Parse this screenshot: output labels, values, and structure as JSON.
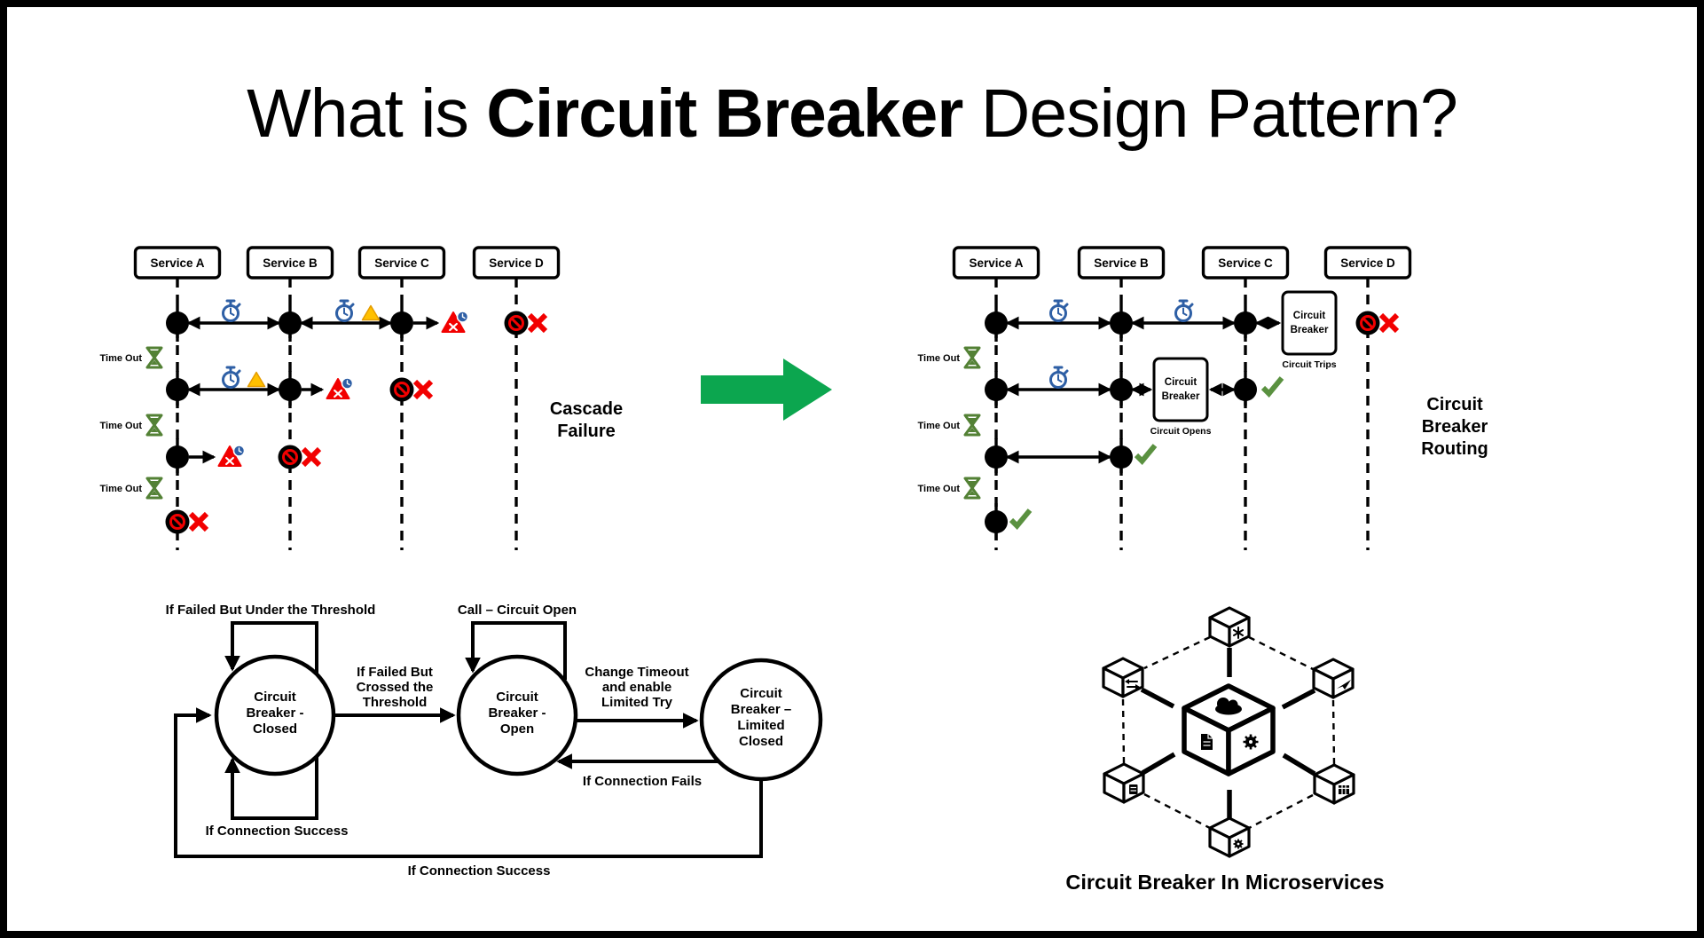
{
  "title": {
    "prefix": "What is ",
    "bold": "Circuit Breaker",
    "suffix": " Design Pattern?"
  },
  "colors": {
    "blue": "#2e5fa5",
    "amber": "#ffc000",
    "red": "#f20000",
    "green": "#538135",
    "green2": "#5a9140",
    "arrowg": "#0ca64f",
    "ink": "#000000",
    "paper": "#ffffff"
  },
  "icons": {
    "stopwatch": "⏱",
    "hourglass": "⌛",
    "warning": "⚠",
    "failure": "▲✕",
    "blocked": "⊘",
    "failed_x": "✕",
    "success": "✓"
  },
  "cascade": {
    "services": [
      "Service A",
      "Service B",
      "Service C",
      "Service D"
    ],
    "timeout_label": "Time Out",
    "caption_lines": [
      "Cascade",
      "Failure"
    ]
  },
  "routing": {
    "services": [
      "Service A",
      "Service B",
      "Service C",
      "Service D"
    ],
    "timeout_label": "Time Out",
    "breaker_lines": [
      "Circuit",
      "Breaker"
    ],
    "trip_label": "Circuit Trips",
    "open_label": "Circuit Opens",
    "caption_lines": [
      "Circuit",
      "Breaker",
      "Routing"
    ]
  },
  "states": {
    "closed_lines": [
      "Circuit",
      "Breaker -",
      "Closed"
    ],
    "open_lines": [
      "Circuit",
      "Breaker -",
      "Open"
    ],
    "limited_lines": [
      "Circuit",
      "Breaker –",
      "Limited",
      "Closed"
    ],
    "closed_self_label": "If Failed But Under the Threshold",
    "open_self_label": "Call – Circuit Open",
    "closed_to_open_lines": [
      "If Failed But",
      "Crossed the",
      "Threshold"
    ],
    "open_to_limited_lines": [
      "Change Timeout",
      "and enable",
      "Limited Try"
    ],
    "limited_to_open_label": "If Connection Fails",
    "closed_loop_success_label": "If Connection Success",
    "limited_to_closed_label": "If Connection Success"
  },
  "micro": {
    "caption": "Circuit Breaker In Microservices"
  }
}
